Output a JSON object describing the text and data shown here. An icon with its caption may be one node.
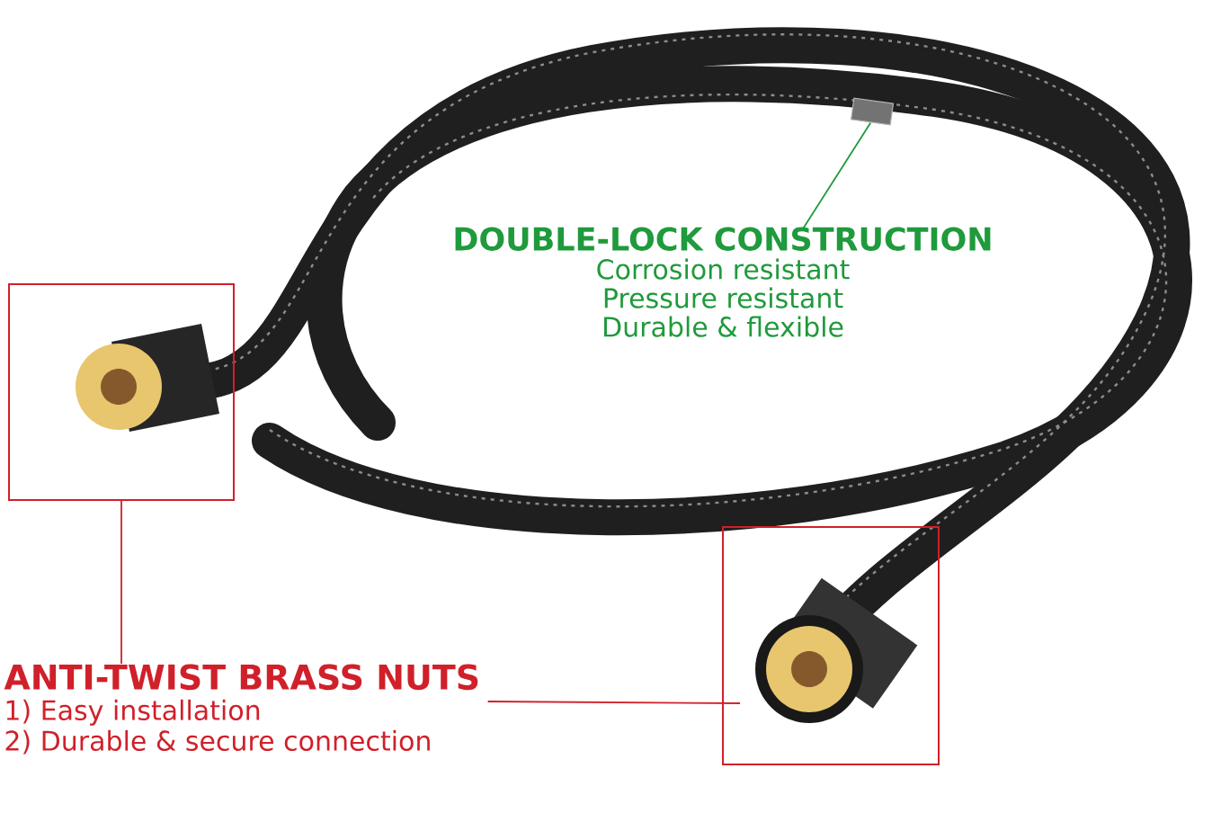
{
  "diagram": {
    "nodes": [
      {
        "text": [
          "DOUBLE-LOCK CONSTRUCTION",
          "Corrosion resistant",
          "Pressure resistant",
          "Durable & flexible"
        ]
      },
      {
        "text": [],
        "shape": "bar"
      },
      {
        "text": [],
        "shape": "box"
      },
      {
        "text": [],
        "shape": "box"
      },
      {
        "text": [
          "ANTI-TWIST BRASS NUTS",
          "1) Easy installation",
          "2) Durable & secure connection"
        ]
      }
    ],
    "edges": [
      {
        "from": 0,
        "to": 1,
        "arrow": "none",
        "color": "#1f9a3c"
      },
      {
        "from": 2,
        "to": 4,
        "arrow": "none",
        "color": "#d0202a"
      },
      {
        "from": 4,
        "to": 3,
        "arrow": "none",
        "color": "#d0202a"
      }
    ]
  }
}
